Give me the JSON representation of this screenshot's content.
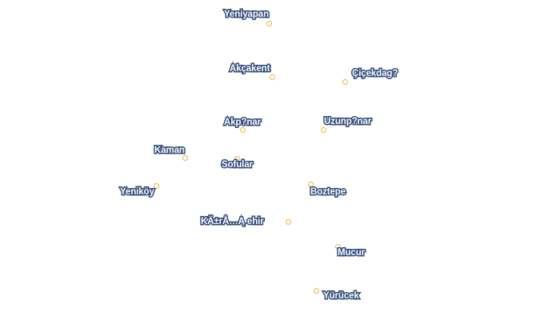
{
  "map": {
    "marker_color": "#f0b43c",
    "label_fill_color": "#ffffff",
    "label_halo_color": "#2e4a78",
    "places": [
      {
        "id": "yeniyapan",
        "label": "Yeniyapan"
      },
      {
        "id": "akcakent",
        "label": "Akçakent"
      },
      {
        "id": "cicekdag",
        "label": "Çiçekdag?"
      },
      {
        "id": "akpinar",
        "label": "Akp?nar"
      },
      {
        "id": "uzunpinar",
        "label": "Uzunp?nar"
      },
      {
        "id": "kaman",
        "label": "Kaman"
      },
      {
        "id": "sofular",
        "label": "Sofular"
      },
      {
        "id": "yenikoy",
        "label": "Yeniköy"
      },
      {
        "id": "boztepe",
        "label": "Boztepe"
      },
      {
        "id": "kirsehir",
        "label": "KÄ±rÅ…Ą ehir"
      },
      {
        "id": "mucur",
        "label": "Mucur"
      },
      {
        "id": "yurucek",
        "label": "Yürücek"
      }
    ]
  }
}
